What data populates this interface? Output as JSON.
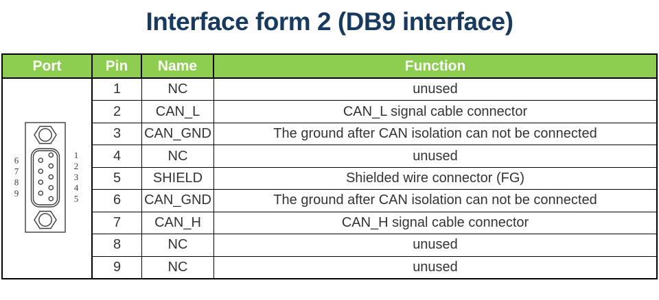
{
  "title": "Interface form 2 (DB9 interface)",
  "colors": {
    "title_navy": "#183A5E",
    "header_green": "#8DCD4F",
    "header_text": "#FFFFFF",
    "body_text": "#333333",
    "border": "#000000"
  },
  "table": {
    "headers": [
      "Port",
      "Pin",
      "Name",
      "Function"
    ],
    "rows": [
      {
        "pin": "1",
        "name": "NC",
        "function": "unused"
      },
      {
        "pin": "2",
        "name": "CAN_L",
        "function": "CAN_L signal cable connector"
      },
      {
        "pin": "3",
        "name": "CAN_GND",
        "function": "The ground after CAN isolation can not be connected"
      },
      {
        "pin": "4",
        "name": "NC",
        "function": "unused"
      },
      {
        "pin": "5",
        "name": "SHIELD",
        "function": "Shielded wire connector (FG)"
      },
      {
        "pin": "6",
        "name": "CAN_GND",
        "function": "The ground after CAN isolation can not be connected"
      },
      {
        "pin": "7",
        "name": "CAN_H",
        "function": "CAN_H signal cable connector"
      },
      {
        "pin": "8",
        "name": "NC",
        "function": "unused"
      },
      {
        "pin": "9",
        "name": "NC",
        "function": "unused"
      }
    ]
  },
  "connector": {
    "description": "DB9 connector front view",
    "left_pin_labels": [
      "6",
      "7",
      "8",
      "9"
    ],
    "right_pin_labels": [
      "1",
      "2",
      "3",
      "4",
      "5"
    ]
  }
}
